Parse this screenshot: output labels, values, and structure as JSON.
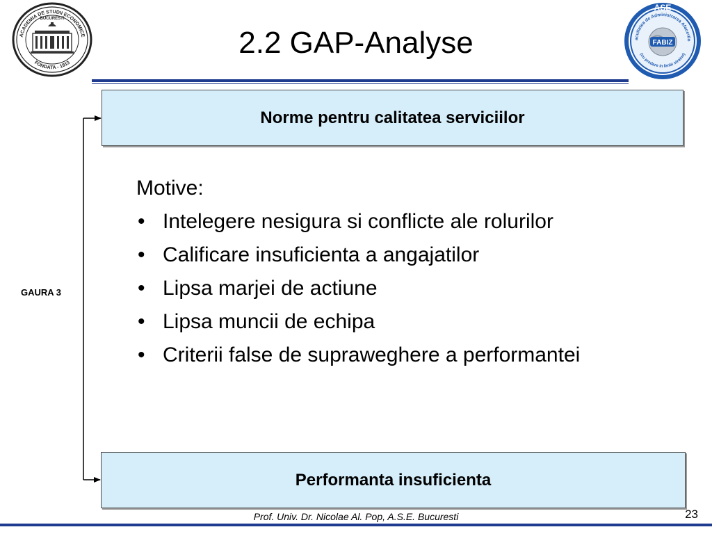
{
  "header": {
    "title": "2.2 GAP-Analyse",
    "rule_color": "#1f3b8f"
  },
  "logos": {
    "left": {
      "icon": "university-building-seal",
      "text_top": "ACADEMIA DE STUDII ECONOMICE",
      "text_city": "BUCURESTI",
      "text_bottom": "FONDATA - 1913"
    },
    "right": {
      "icon": "globe-emblem",
      "text_top": "ASE",
      "text_center": "FABIZ",
      "text_ring": "Facultatea de Administrarea Afacerilor",
      "text_bottom": "(cu predare in limbi straine)",
      "accent_color": "#1f5bb0"
    }
  },
  "diagram": {
    "top_box": "Norme pentru calitatea serviciilor",
    "bottom_box": "Performanta insuficienta",
    "gap_label": "GAURA 3",
    "box_fill": "#d6eefa"
  },
  "motive": {
    "heading": "Motive:",
    "bullet": "•",
    "items": [
      "Intelegere nesigura si conflicte ale rolurilor",
      "Calificare insuficienta a angajatilor",
      "Lipsa marjei de actiune",
      "Lipsa muncii de echipa",
      "Criterii false de supraweghere a performantei"
    ]
  },
  "footer": {
    "author": "Prof. Univ. Dr. Nicolae Al. Pop, A.S.E. Bucuresti",
    "page_number": "23"
  }
}
